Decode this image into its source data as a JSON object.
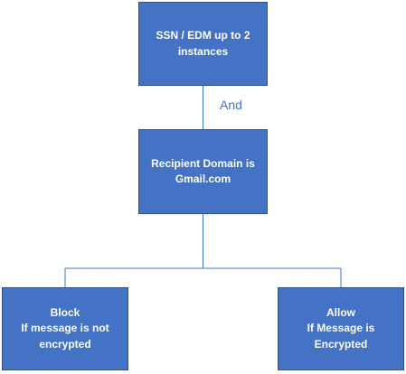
{
  "diagram": {
    "top_node": {
      "line1": "SSN / EDM up to 2",
      "line2": "instances"
    },
    "connector_label": "And",
    "middle_node": {
      "line1": "Recipient Domain is",
      "line2": "Gmail.com"
    },
    "left_node": {
      "line1": "Block",
      "line2": "If message is not",
      "line3": "encrypted"
    },
    "right_node": {
      "line1": "Allow",
      "line2": "If Message is Encrypted"
    },
    "colors": {
      "box_fill": "#4472c4",
      "box_border": "#2f528f",
      "connector": "#4472c4",
      "label": "#4472c4",
      "text": "#ffffff"
    }
  }
}
